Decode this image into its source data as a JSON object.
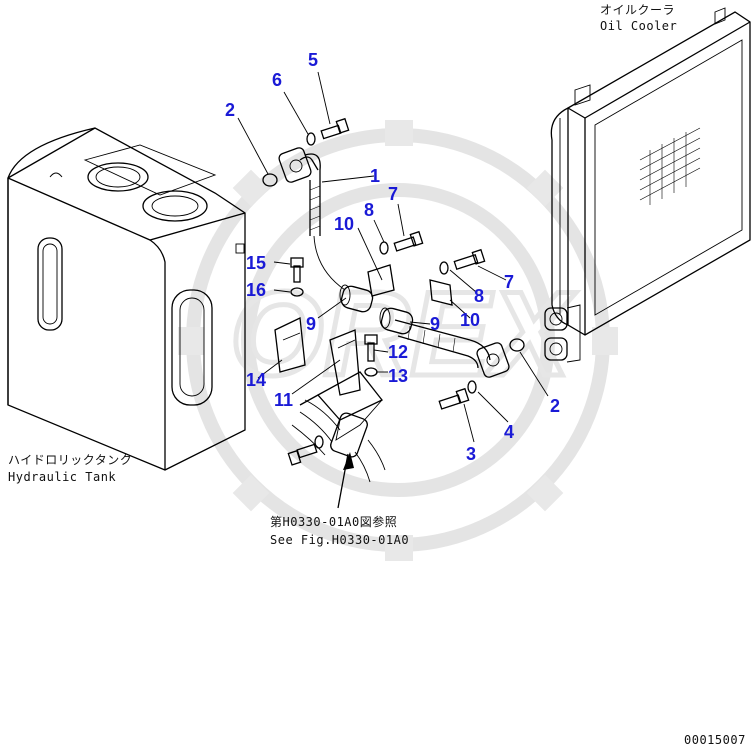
{
  "labels": {
    "oil_cooler_jp": "オイルクーラ",
    "oil_cooler_en": "Oil Cooler",
    "hydraulic_tank_jp": "ハイドロリックタンク",
    "hydraulic_tank_en": "Hydraulic Tank",
    "see_fig_jp": "第H0330-01A0図参照",
    "see_fig_en": "See Fig.H0330-01A0",
    "drawing_number": "00015007",
    "watermark": "OREX"
  },
  "callouts": [
    {
      "id": "c1",
      "text": "1"
    },
    {
      "id": "c2a",
      "text": "2"
    },
    {
      "id": "c2b",
      "text": "2"
    },
    {
      "id": "c3",
      "text": "3"
    },
    {
      "id": "c4",
      "text": "4"
    },
    {
      "id": "c5",
      "text": "5"
    },
    {
      "id": "c6",
      "text": "6"
    },
    {
      "id": "c7a",
      "text": "7"
    },
    {
      "id": "c7b",
      "text": "7"
    },
    {
      "id": "c8a",
      "text": "8"
    },
    {
      "id": "c8b",
      "text": "8"
    },
    {
      "id": "c9a",
      "text": "9"
    },
    {
      "id": "c9b",
      "text": "9"
    },
    {
      "id": "c10a",
      "text": "10"
    },
    {
      "id": "c10b",
      "text": "10"
    },
    {
      "id": "c11",
      "text": "11"
    },
    {
      "id": "c12",
      "text": "12"
    },
    {
      "id": "c13",
      "text": "13"
    },
    {
      "id": "c14",
      "text": "14"
    },
    {
      "id": "c15",
      "text": "15"
    },
    {
      "id": "c16",
      "text": "16"
    }
  ],
  "colors": {
    "callout": "#1a1ad6",
    "line": "#000000",
    "watermark": "#cfcfcf"
  }
}
